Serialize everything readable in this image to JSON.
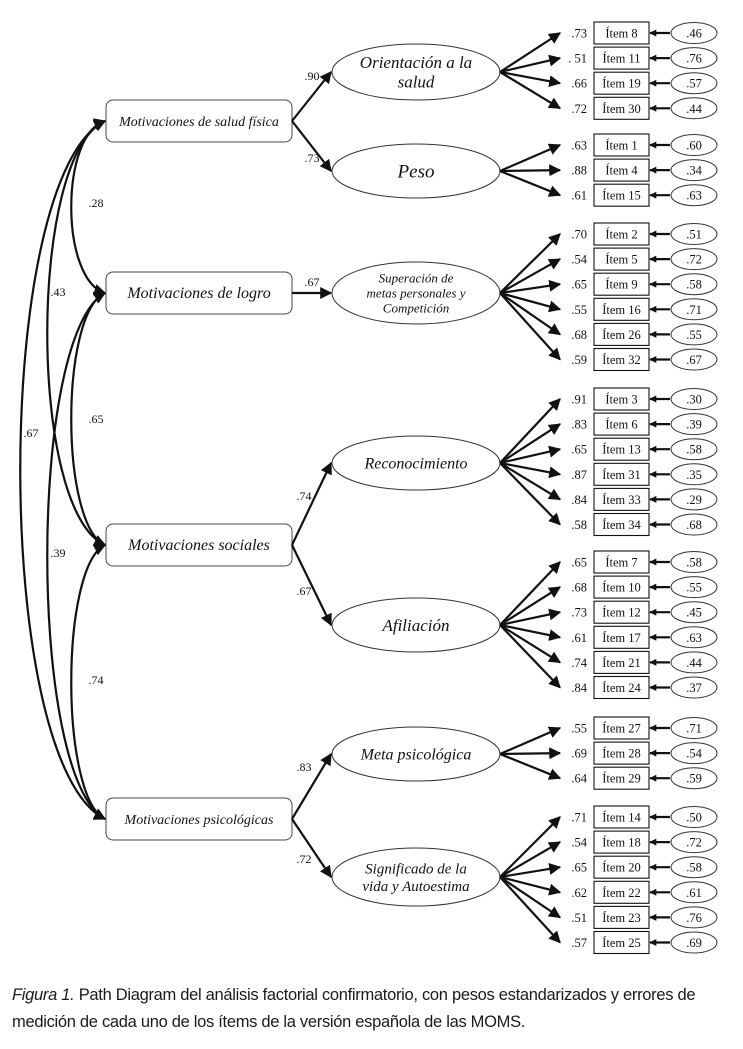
{
  "figure": {
    "type": "path-diagram",
    "caption_label": "Figura 1.",
    "caption_text": " Path Diagram del análisis factorial confirmatorio, con pesos estandarizados y errores de medición de cada uno de los ítems de la versión española de las MOMS."
  },
  "higher_factors": [
    {
      "id": "salud",
      "label": "Motivaciones de salud física"
    },
    {
      "id": "logro",
      "label": "Motivaciones de logro"
    },
    {
      "id": "sociales",
      "label": "Motivaciones sociales"
    },
    {
      "id": "psicologicas",
      "label": "Motivaciones psicológicas"
    }
  ],
  "correlations": [
    {
      "from": "salud",
      "to": "logro",
      "value": ".28"
    },
    {
      "from": "salud",
      "to": "sociales",
      "value": ".43"
    },
    {
      "from": "salud",
      "to": "psicologicas",
      "value": ".67"
    },
    {
      "from": "logro",
      "to": "sociales",
      "value": ".65"
    },
    {
      "from": "logro",
      "to": "psicologicas",
      "value": ".39"
    },
    {
      "from": "sociales",
      "to": "psicologicas",
      "value": ".74"
    }
  ],
  "factors": [
    {
      "id": "orientacion",
      "parent": "salud",
      "label_lines": [
        "Orientación a la",
        "salud"
      ],
      "loading": ".90",
      "items": [
        {
          "item": "Ítem 8",
          "loading": ".73",
          "error": ".46"
        },
        {
          "item": "Ítem 11",
          "loading": ". 51",
          "error": ".76"
        },
        {
          "item": "Ítem 19",
          "loading": ".66",
          "error": ".57"
        },
        {
          "item": "Ítem 30",
          "loading": ".72",
          "error": ".44"
        }
      ]
    },
    {
      "id": "peso",
      "parent": "salud",
      "label_lines": [
        "Peso"
      ],
      "loading": ".73",
      "items": [
        {
          "item": "Ítem 1",
          "loading": ".63",
          "error": ".60"
        },
        {
          "item": "Ítem 4",
          "loading": ".88",
          "error": ".34"
        },
        {
          "item": "Ítem 15",
          "loading": ".61",
          "error": ".63"
        }
      ]
    },
    {
      "id": "superacion",
      "parent": "logro",
      "label_lines": [
        "Superación de",
        "metas personales y",
        "Competición"
      ],
      "loading": ".67",
      "items": [
        {
          "item": "Ítem 2",
          "loading": ".70",
          "error": ".51"
        },
        {
          "item": "Ítem 5",
          "loading": ".54",
          "error": ".72"
        },
        {
          "item": "Ítem 9",
          "loading": ".65",
          "error": ".58"
        },
        {
          "item": "Ítem 16",
          "loading": ".55",
          "error": ".71"
        },
        {
          "item": "Ítem 26",
          "loading": ".68",
          "error": ".55"
        },
        {
          "item": "Ítem 32",
          "loading": ".59",
          "error": ".67"
        }
      ]
    },
    {
      "id": "reconocimiento",
      "parent": "sociales",
      "label_lines": [
        "Reconocimiento"
      ],
      "loading": ".74",
      "items": [
        {
          "item": "Ítem 3",
          "loading": ".91",
          "error": ".30"
        },
        {
          "item": "Ítem 6",
          "loading": ".83",
          "error": ".39"
        },
        {
          "item": "Ítem 13",
          "loading": ".65",
          "error": ".58"
        },
        {
          "item": "Ítem 31",
          "loading": ".87",
          "error": ".35"
        },
        {
          "item": "Ítem 33",
          "loading": ".84",
          "error": ".29"
        },
        {
          "item": "Ítem 34",
          "loading": ".58",
          "error": ".68"
        }
      ]
    },
    {
      "id": "afiliacion",
      "parent": "sociales",
      "label_lines": [
        "Afiliación"
      ],
      "loading": ".67",
      "items": [
        {
          "item": "Ítem 7",
          "loading": ".65",
          "error": ".58"
        },
        {
          "item": "Ítem 10",
          "loading": ".68",
          "error": ".55"
        },
        {
          "item": "Ítem 12",
          "loading": ".73",
          "error": ".45"
        },
        {
          "item": "Ítem 17",
          "loading": ".61",
          "error": ".63"
        },
        {
          "item": "Ítem 21",
          "loading": ".74",
          "error": ".44"
        },
        {
          "item": "Ítem 24",
          "loading": ".84",
          "error": ".37"
        }
      ]
    },
    {
      "id": "meta",
      "parent": "psicologicas",
      "label_lines": [
        "Meta psicológica"
      ],
      "loading": ".83",
      "items": [
        {
          "item": "Ítem 27",
          "loading": ".55",
          "error": ".71"
        },
        {
          "item": "Ítem 28",
          "loading": ".69",
          "error": ".54"
        },
        {
          "item": "Ítem 29",
          "loading": ".64",
          "error": ".59"
        }
      ]
    },
    {
      "id": "significado",
      "parent": "psicologicas",
      "label_lines": [
        "Significado de la",
        "vida y Autoestima"
      ],
      "loading": ".72",
      "items": [
        {
          "item": "Ítem 14",
          "loading": ".71",
          "error": ".50"
        },
        {
          "item": "Ítem 18",
          "loading": ".54",
          "error": ".72"
        },
        {
          "item": "Ítem 20",
          "loading": ".65",
          "error": ".58"
        },
        {
          "item": "Ítem 22",
          "loading": ".62",
          "error": ".61"
        },
        {
          "item": "Ítem 23",
          "loading": ".51",
          "error": ".76"
        },
        {
          "item": "Ítem 25",
          "loading": ".57",
          "error": ".69"
        }
      ]
    }
  ]
}
